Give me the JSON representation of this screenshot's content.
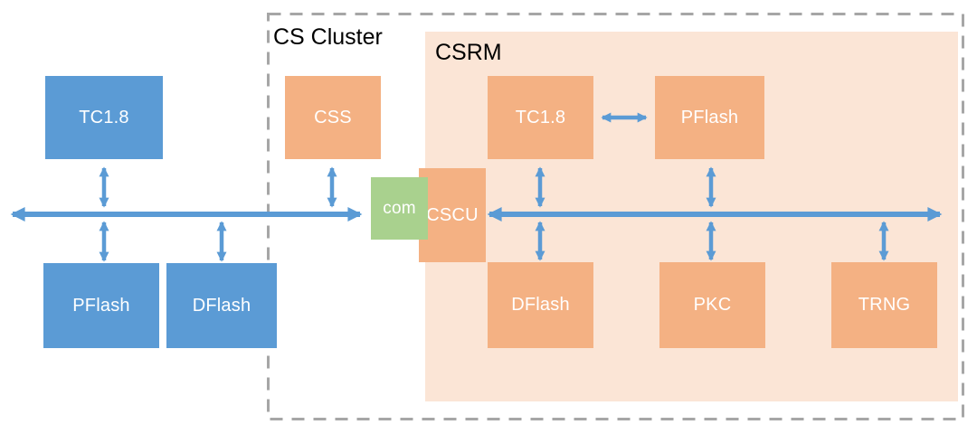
{
  "labels": {
    "cs_cluster": "CS Cluster",
    "csrm": "CSRM"
  },
  "nodes": {
    "tc18_left": "TC1.8",
    "pflash_left": "PFlash",
    "dflash_left": "DFlash",
    "css": "CSS",
    "com": "com",
    "cscu": "CSCU",
    "tc18_csrm": "TC1.8",
    "pflash_csrm": "PFlash",
    "dflash_csrm": "DFlash",
    "pkc": "PKC",
    "trng": "TRNG"
  },
  "colors": {
    "node_blue": "#5b9bd5",
    "node_orange": "#f4b183",
    "node_green": "#a9d18e",
    "csrm_fill": "#fbe5d6",
    "dashed_border": "#a6a6a6",
    "arrow_blue": "#5b9bd5",
    "label_black": "#000000"
  }
}
